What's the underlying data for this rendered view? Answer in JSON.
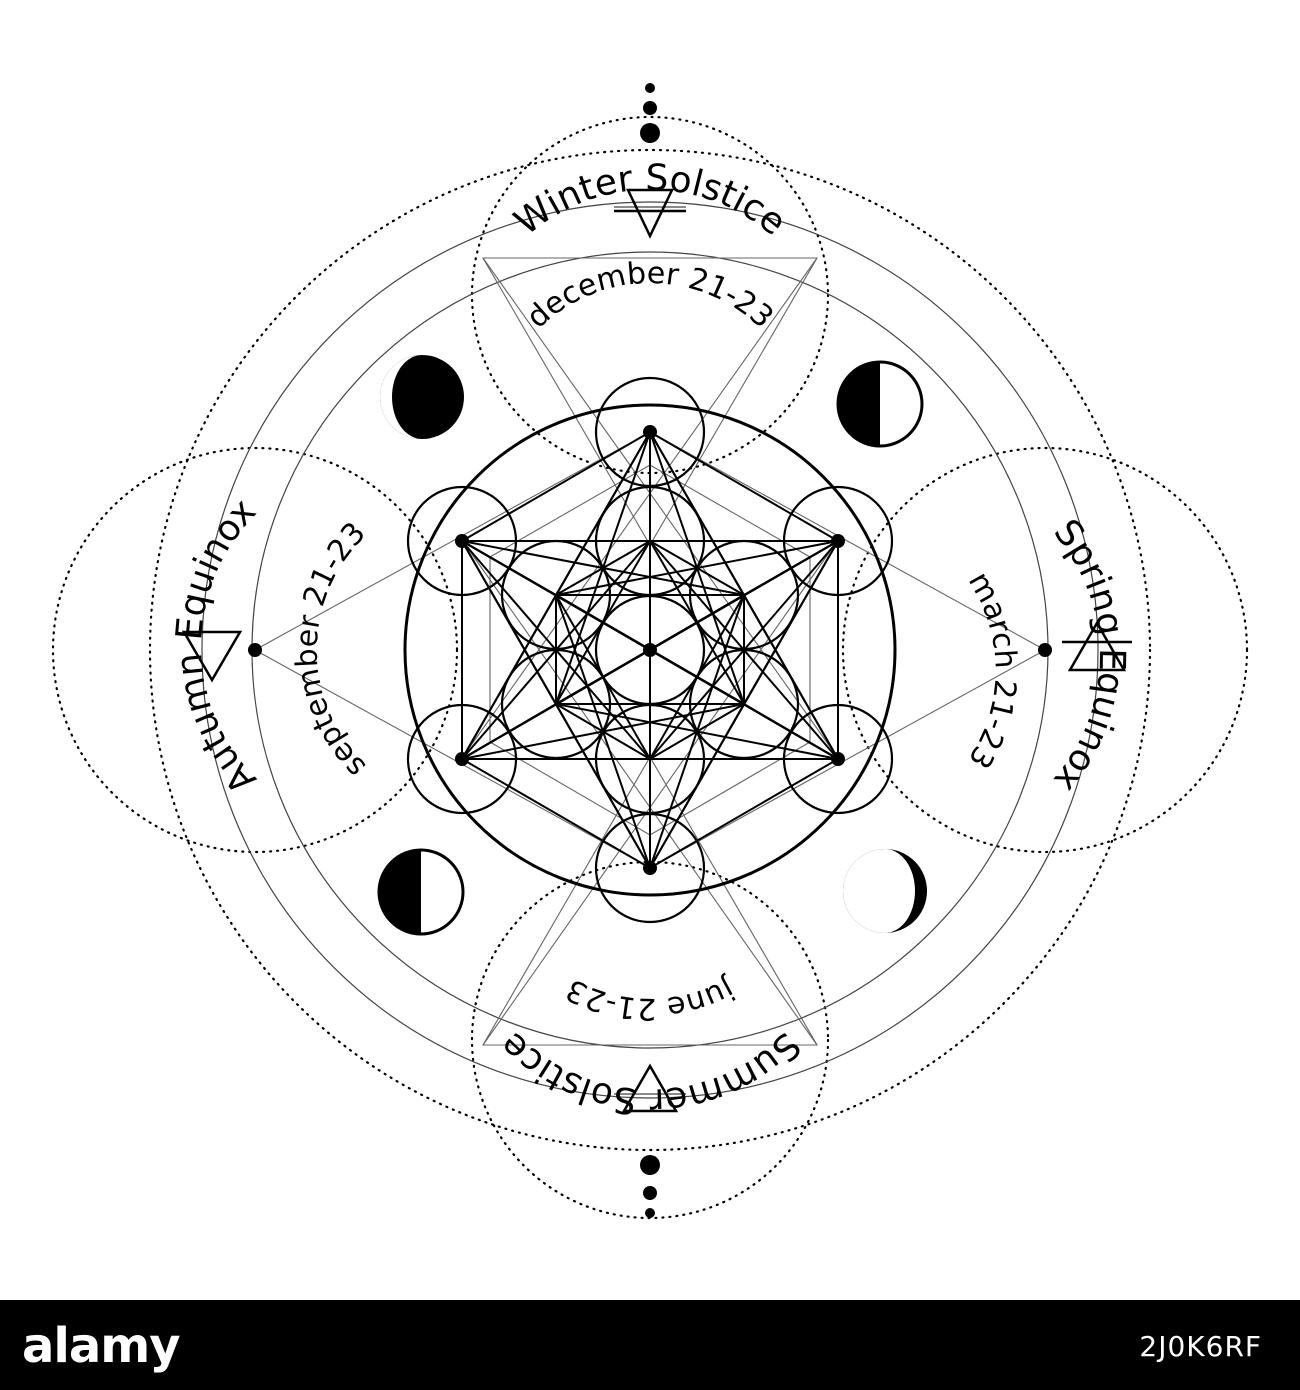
{
  "diagram": {
    "labels": {
      "winter_title": "Winter Solstice",
      "winter_dates": "december 21-23",
      "spring_title": "Spring Equinox",
      "spring_dates": "march 21-23",
      "summer_title": "Summer Solstice",
      "summer_dates": "june 21-23",
      "autumn_title": "Autumn Equinox",
      "autumn_dates": "september 21-23"
    },
    "symbols": {
      "top": "air-element-icon",
      "right": "air-element-icon",
      "bottom": "fire-element-icon",
      "left": "water-element-icon"
    },
    "moons": [
      "waning-crescent-icon",
      "first-quarter-icon",
      "last-quarter-icon",
      "waxing-gibbous-icon"
    ],
    "colors": {
      "ink": "#000000",
      "thin_line": "#555555",
      "background": "#ffffff"
    }
  },
  "footer": {
    "brand": "alamy",
    "image_id": "2J0K6RF",
    "background": "#000000",
    "text_color": "#ffffff"
  }
}
